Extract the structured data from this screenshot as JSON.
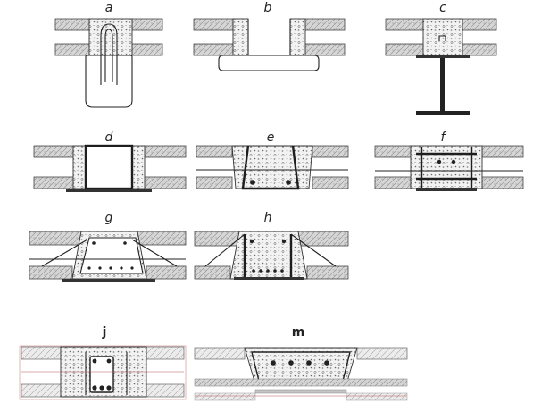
{
  "panels": [
    {
      "key": "a",
      "label": "a"
    },
    {
      "key": "b",
      "label": "b"
    },
    {
      "key": "c",
      "label": "c"
    },
    {
      "key": "d",
      "label": "d"
    },
    {
      "key": "e",
      "label": "e"
    },
    {
      "key": "f",
      "label": "f"
    },
    {
      "key": "g",
      "label": "g"
    },
    {
      "key": "h",
      "label": "h"
    },
    {
      "key": "j",
      "label": "j"
    },
    {
      "key": "m",
      "label": "m"
    }
  ]
}
